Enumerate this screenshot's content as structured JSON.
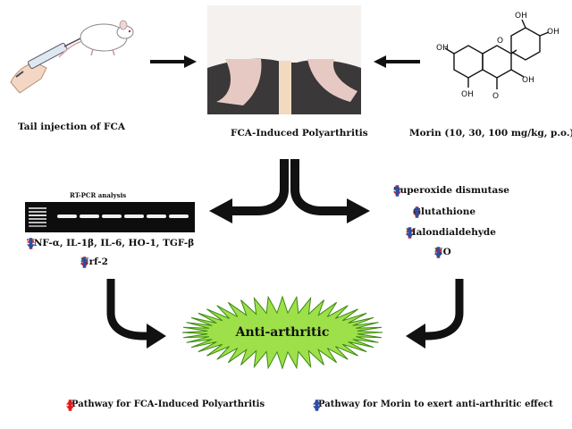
{
  "captions": {
    "tail_injection": "Tail injection of FCA",
    "polyarthritis": "FCA-Induced Polyarthritis",
    "morin_dose": "Morin (10, 30, 100 mg/kg, p.o.)"
  },
  "rtpcr": {
    "title": "RT-PCR analysis",
    "markers": "TNF-α, IL-1β, IL-6, HO-1, TGF-β",
    "nrf2": "Nrf-2"
  },
  "oxidative": {
    "sod": "Superoxide dismutase",
    "glutathione": "Glutathione",
    "mda": "Malondialdehyde",
    "no": "NO"
  },
  "center": {
    "label": "Anti-arthritic"
  },
  "legend": {
    "fca": "Pathway for FCA-Induced Polyarthritis",
    "morin": "Pathway for Morin to exert anti-arthritic effect"
  },
  "molecule": {
    "oh": "OH",
    "o": "O"
  },
  "colors": {
    "red": "#e3191c",
    "blue": "#2d4ea2",
    "burst": "#9ee04a",
    "burst_stroke": "#3d8a13"
  }
}
